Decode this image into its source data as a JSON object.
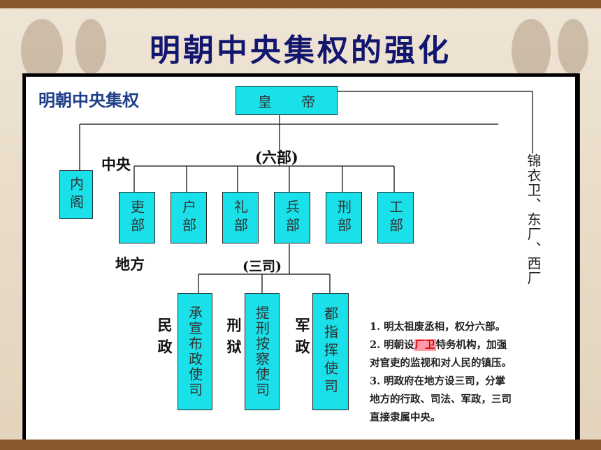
{
  "page": {
    "title": "明朝中央集权的强化"
  },
  "diagram": {
    "title": "明朝中央集权",
    "emperor": "皇 帝",
    "central_label": "中央",
    "ministries_label": "(六部)",
    "cabinet": "内阁",
    "ministries": [
      "吏部",
      "户部",
      "礼部",
      "兵部",
      "刑部",
      "工部"
    ],
    "local_label": "地方",
    "three_offices_label": "(三司)",
    "offices": [
      {
        "label": "民政",
        "name": "承宣布政使司"
      },
      {
        "label": "刑狱",
        "name": "提刑按察使司"
      },
      {
        "label": "军政",
        "name": "都指挥使司"
      }
    ],
    "secret_police": "锦衣卫、东厂、西厂"
  },
  "notes": {
    "line1": "1. 明太祖废丞相，权分六部。",
    "line2_prefix": "2. 明朝设",
    "line2_highlight": "厂卫",
    "line2_suffix": "特务机构，加强",
    "line3": "对官吏的监视和对人民的镇压。",
    "line4": "3. 明政府在地方设三司，分掌",
    "line5": "地方的行政、司法、军政，三司",
    "line6": "直接隶属中央。"
  },
  "colors": {
    "node_fill": "#19e0e9",
    "title": "#12166f",
    "frame": "#000000",
    "bar": "#8a5a2e",
    "highlight": "#ff9aa6"
  }
}
